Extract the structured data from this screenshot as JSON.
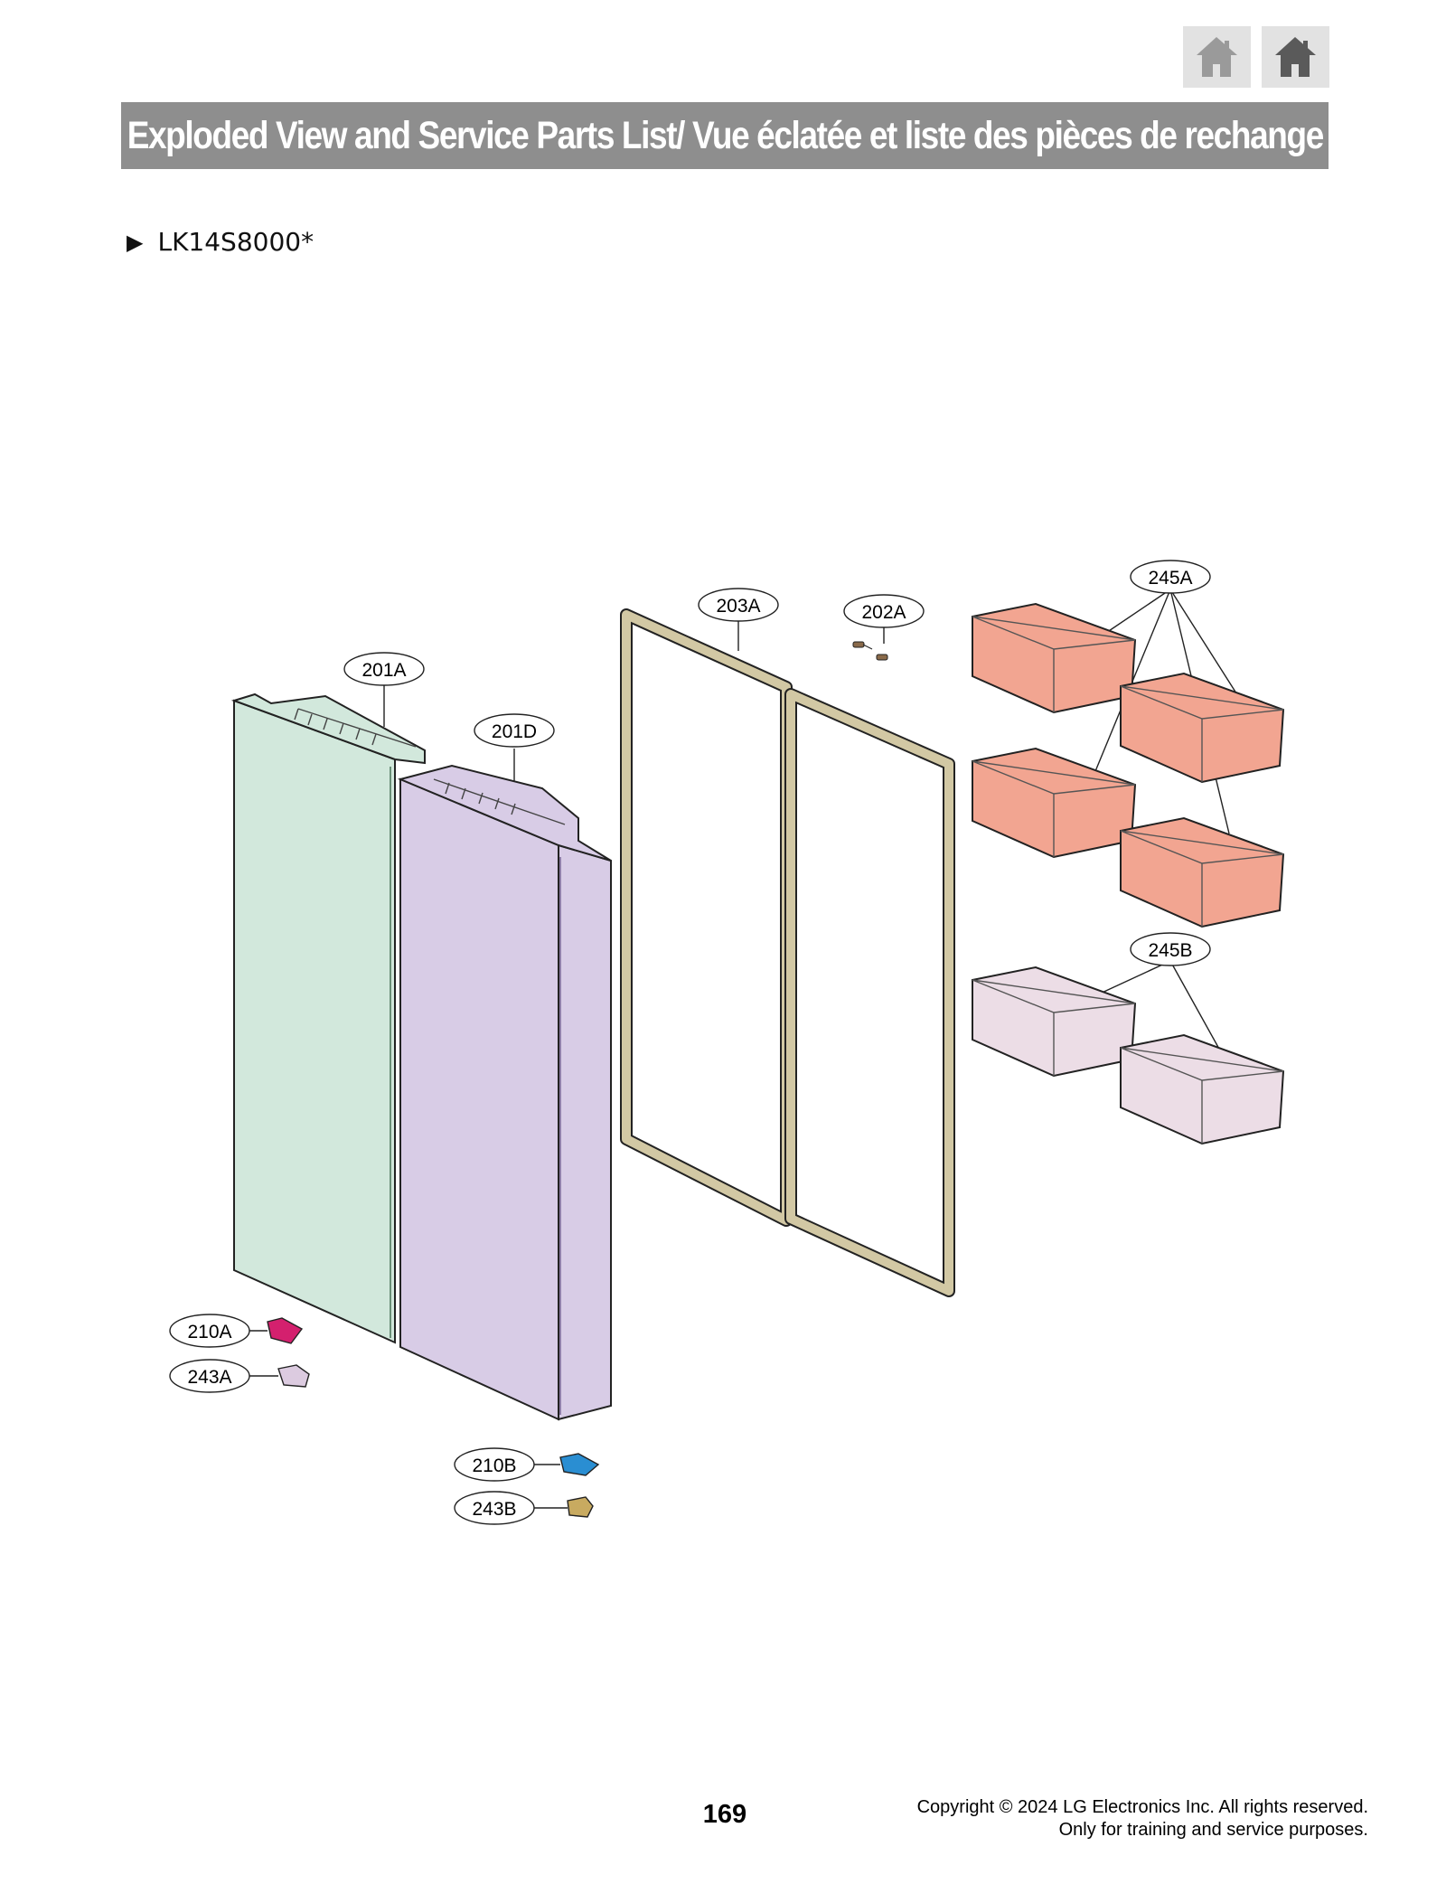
{
  "header": {
    "home_buttons": [
      {
        "icon": "home-icon",
        "color": "#9a9a9a"
      },
      {
        "icon": "home-icon",
        "color": "#5a5a5a"
      }
    ],
    "title": "Exploded View and Service Parts List/ Vue éclatée et liste des pièces de rechange",
    "title_bar_color": "#8e8e8e"
  },
  "model": {
    "marker": "▶",
    "name": "LK14S8000*"
  },
  "diagram": {
    "callouts": [
      "201A",
      "201D",
      "203A",
      "202A",
      "245A",
      "245B",
      "210A",
      "243A",
      "210B",
      "243B"
    ],
    "part_colors": {
      "201A": "#d2e8dc",
      "201D": "#d8cce6",
      "203A": "#d2c8a4",
      "202A": "#8a6a4a",
      "245A": "#f2a591",
      "245B": "#ecdde6",
      "210A": "#d4206e",
      "243A": "#dccbe0",
      "210B": "#2a8ed2",
      "243B": "#c8aa60"
    }
  },
  "footer": {
    "page_number": "169",
    "copyright_line1": "Copyright © 2024 LG Electronics Inc. All rights reserved.",
    "copyright_line2": "Only for training and service purposes."
  }
}
